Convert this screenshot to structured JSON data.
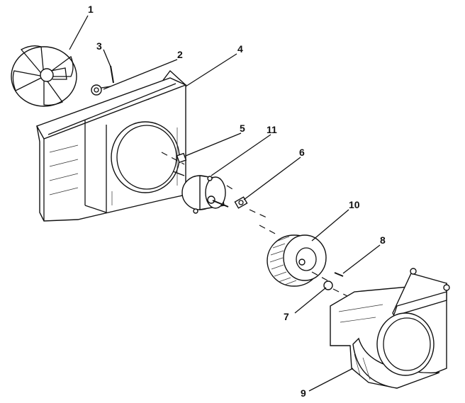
{
  "callouts": [
    "1",
    "2",
    "3",
    "4",
    "5",
    "11",
    "6",
    "10",
    "8",
    "7",
    "9"
  ],
  "colors": {
    "ink": "#111111",
    "paper": "#ffffff"
  }
}
